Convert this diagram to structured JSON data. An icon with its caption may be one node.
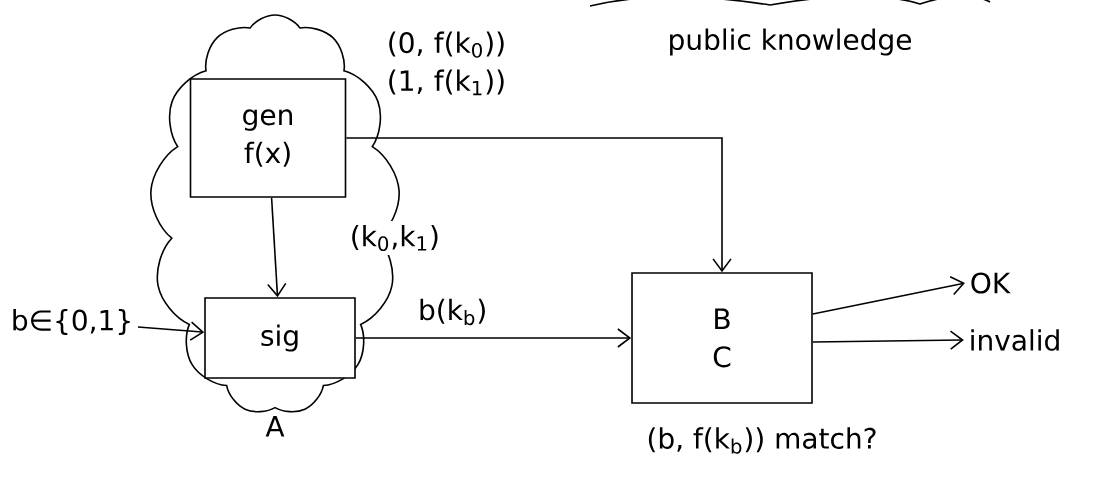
{
  "diagram": {
    "nodes": [
      {
        "text": [
          "A"
        ]
      },
      {
        "text": [
          "gen f(x)"
        ],
        "in": 0
      },
      {
        "text": [
          "sig"
        ],
        "in": 0
      },
      {
        "text": [
          "b∈{0,1}"
        ]
      },
      {
        "text": [
          "B",
          "C"
        ],
        "beside": [
          "(b, f(k$_{b}$)) match?"
        ]
      },
      {
        "text": [
          "OK"
        ]
      },
      {
        "text": [
          "invalid"
        ]
      }
    ],
    "edges": [
      {
        "from": 1,
        "to": 2,
        "arrow": "to",
        "label": "(k$_{0}$,k$_{1}$)"
      },
      {
        "from": 1,
        "to": 4,
        "arrow": "to",
        "label": "(0, f(k$_{0}$)) (1, f(k$_{1}$))"
      },
      {
        "from": 3,
        "to": 2,
        "arrow": "to"
      },
      {
        "from": 2,
        "to": 4,
        "arrow": "to",
        "label": "b(k$_{b}$)"
      },
      {
        "from": 4,
        "to": 5,
        "arrow": "to"
      },
      {
        "from": 4,
        "to": 6,
        "arrow": "to"
      }
    ],
    "labels": [
      "public knowledge"
    ]
  }
}
